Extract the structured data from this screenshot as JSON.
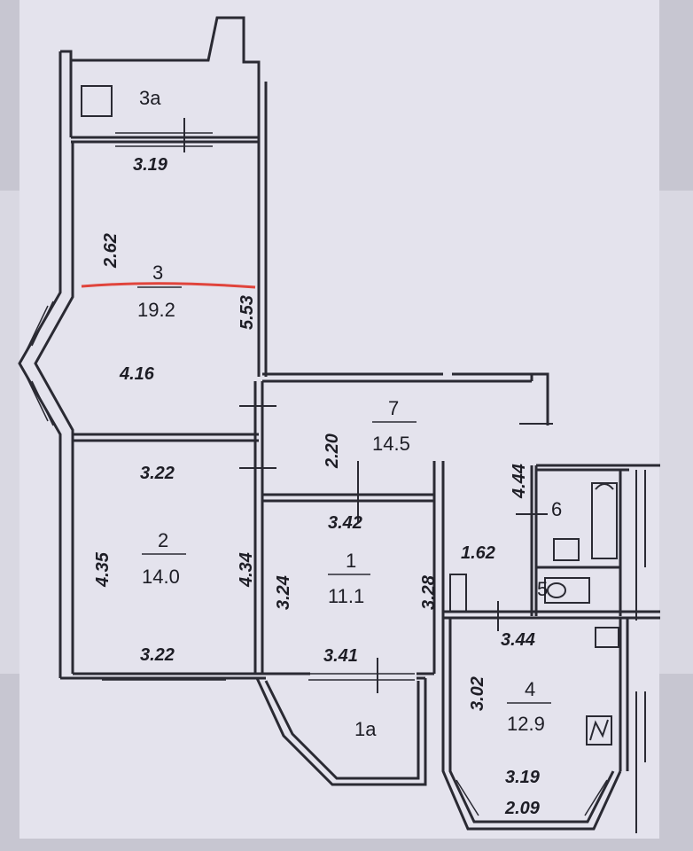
{
  "rooms": [
    {
      "id": "3a",
      "label": "3a"
    },
    {
      "id": "3",
      "label": "3",
      "area": "19.2"
    },
    {
      "id": "2",
      "label": "2",
      "area": "14.0"
    },
    {
      "id": "7",
      "label": "7",
      "area": "14.5"
    },
    {
      "id": "1",
      "label": "1",
      "area": "11.1"
    },
    {
      "id": "1a",
      "label": "1a"
    },
    {
      "id": "4",
      "label": "4",
      "area": "12.9"
    },
    {
      "id": "6",
      "label": "6"
    },
    {
      "id": "5",
      "label": "5"
    }
  ],
  "dimensions": {
    "d_319_top": "3.19",
    "d_262": "2.62",
    "d_553": "5.53",
    "d_416": "4.16",
    "d_322_a": "3.22",
    "d_322_b": "3.22",
    "d_435": "4.35",
    "d_434": "4.34",
    "d_220": "2.20",
    "d_342": "3.42",
    "d_324": "3.24",
    "d_328": "3.28",
    "d_341": "3.41",
    "d_444": "4.44",
    "d_162": "1.62",
    "d_344": "3.44",
    "d_302": "3.02",
    "d_319_bottom": "3.19",
    "d_209": "2.09"
  },
  "annotation": {
    "color": "#e0443c"
  },
  "colors": {
    "wall": "#2a2a33",
    "sheet": "#e4e3ed",
    "background": "#c7c6d1"
  }
}
